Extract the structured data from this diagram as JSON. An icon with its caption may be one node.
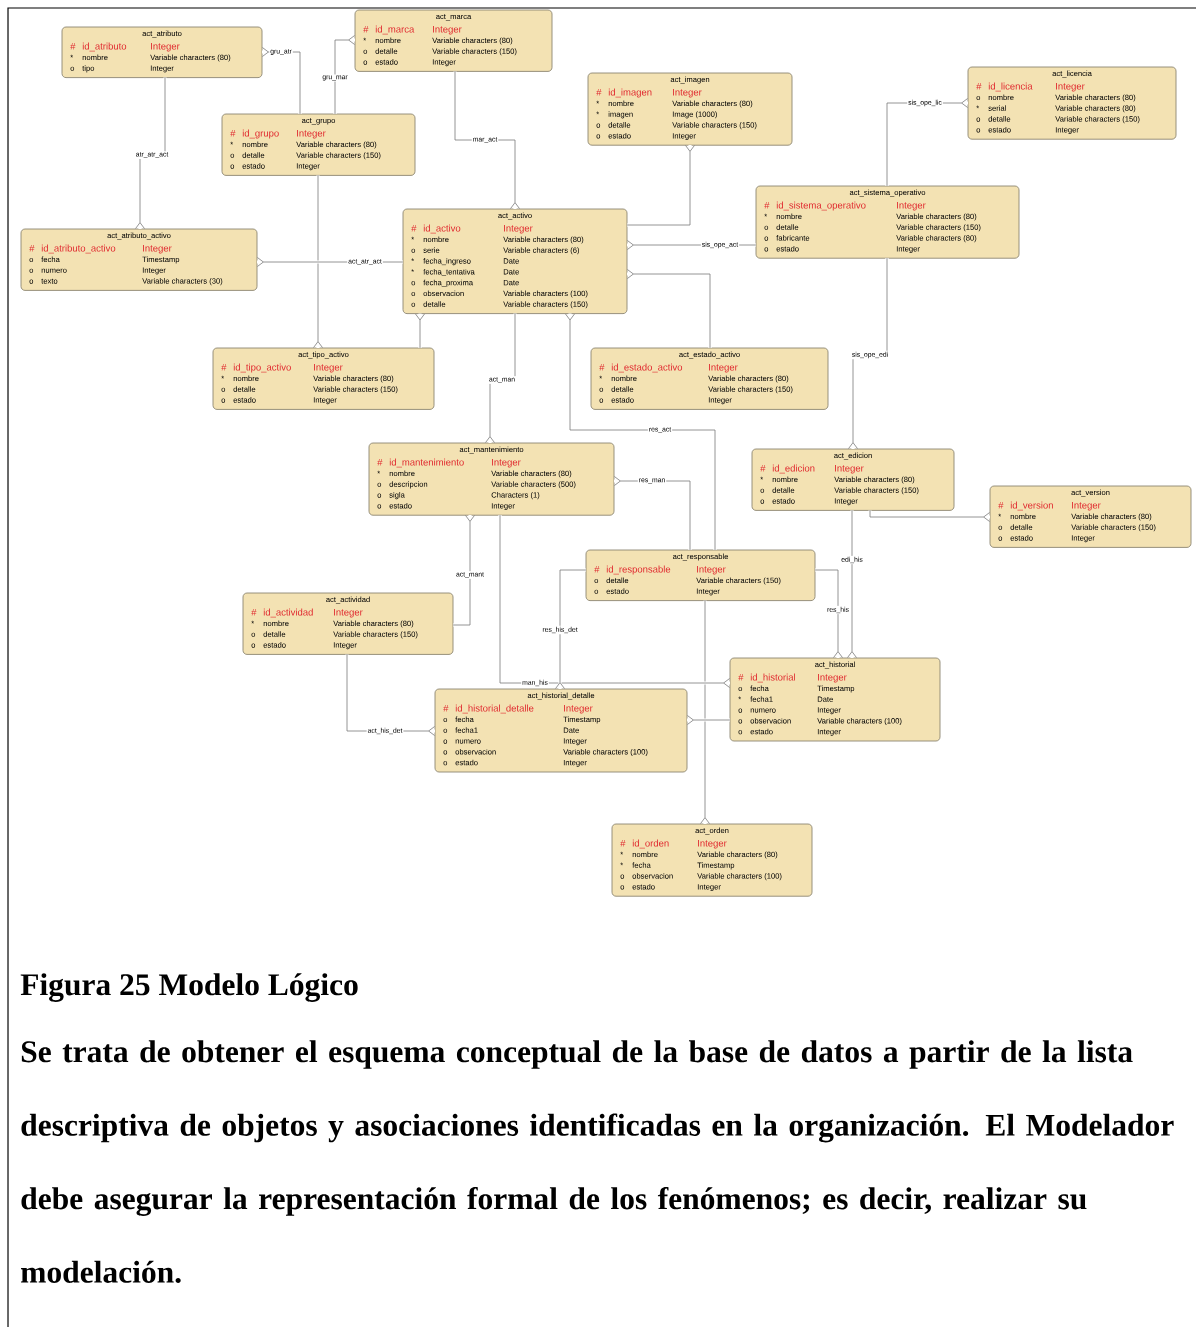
{
  "diagram": {
    "caption": "Figura 25 Modelo Lógico",
    "nodes": [
      {
        "text": [
          "act_atributo",
          "#",
          "id_atributo",
          "Integer",
          "*",
          "nombre",
          "Variable characters (80)",
          "o",
          "tipo",
          "Integer"
        ]
      },
      {
        "text": [
          "act_marca",
          "#",
          "id_marca",
          "Integer",
          "*",
          "nombre",
          "Variable characters (80)",
          "o",
          "detalle",
          "Variable characters (150)",
          "o",
          "estado",
          "Integer"
        ]
      },
      {
        "text": [
          "act_imagen",
          "#",
          "id_imagen",
          "Integer",
          "*",
          "nombre",
          "Variable characters (80)",
          "*",
          "imagen",
          "Image (1000)",
          "o",
          "detalle",
          "Variable characters (150)",
          "o",
          "estado",
          "Integer"
        ]
      },
      {
        "text": [
          "act_licencia",
          "#",
          "id_licencia",
          "Integer",
          "o",
          "nombre",
          "Variable characters (80)",
          "*",
          "serial",
          "Variable characters (80)",
          "o",
          "detalle",
          "Variable characters (150)",
          "o",
          "estado",
          "Integer"
        ]
      },
      {
        "text": [
          "act_grupo",
          "#",
          "id_grupo",
          "Integer",
          "*",
          "nombre",
          "Variable characters (80)",
          "o",
          "detalle",
          "Variable characters (150)",
          "o",
          "estado",
          "Integer"
        ]
      },
      {
        "text": [
          "act_sistema_operativo",
          "#",
          "id_sistema_operativo",
          "Integer",
          "*",
          "nombre",
          "Variable characters (80)",
          "o",
          "detalle",
          "Variable characters (150)",
          "o",
          "fabricante",
          "Variable characters (80)",
          "o",
          "estado",
          "Integer"
        ]
      },
      {
        "text": [
          "act_atributo_activo",
          "#",
          "id_atributo_activo",
          "Integer",
          "o",
          "fecha",
          "Timestamp",
          "o",
          "numero",
          "Integer",
          "o",
          "texto",
          "Variable characters (30)"
        ]
      },
      {
        "text": [
          "act_activo",
          "#",
          "id_activo",
          "Integer",
          "*",
          "nombre",
          "Variable characters (80)",
          "o",
          "serie",
          "Variable characters (6)",
          "*",
          "fecha_ingreso",
          "Date",
          "*",
          "fecha_tentativa",
          "Date",
          "o",
          "fecha_proxima",
          "Date",
          "o",
          "observacion",
          "Variable characters (100)",
          "o",
          "detalle",
          "Variable characters (150)"
        ]
      },
      {
        "text": [
          "act_tipo_activo",
          "#",
          "id_tipo_activo",
          "Integer",
          "*",
          "nombre",
          "Variable characters (80)",
          "o",
          "detalle",
          "Variable characters (150)",
          "o",
          "estado",
          "Integer"
        ]
      },
      {
        "text": [
          "act_estado_activo",
          "#",
          "id_estado_activo",
          "Integer",
          "*",
          "nombre",
          "Variable characters (80)",
          "o",
          "detalle",
          "Variable characters (150)",
          "o",
          "estado",
          "Integer"
        ]
      },
      {
        "text": [
          "act_mantenimiento",
          "#",
          "id_mantenimiento",
          "Integer",
          "*",
          "nombre",
          "Variable characters (80)",
          "o",
          "descripcion",
          "Variable characters (500)",
          "o",
          "sigla",
          "Characters (1)",
          "o",
          "estado",
          "Integer"
        ]
      },
      {
        "text": [
          "act_edicion",
          "#",
          "id_edicion",
          "Integer",
          "*",
          "nombre",
          "Variable characters (80)",
          "o",
          "detalle",
          "Variable characters (150)",
          "o",
          "estado",
          "Integer"
        ]
      },
      {
        "text": [
          "act_version",
          "#",
          "id_version",
          "Integer",
          "*",
          "nombre",
          "Variable characters (80)",
          "o",
          "detalle",
          "Variable characters (150)",
          "o",
          "estado",
          "Integer"
        ]
      },
      {
        "text": [
          "act_responsable",
          "#",
          "id_responsable",
          "Integer",
          "o",
          "detalle",
          "Variable characters (150)",
          "o",
          "estado",
          "Integer"
        ]
      },
      {
        "text": [
          "act_actividad",
          "#",
          "id_actividad",
          "Integer",
          "*",
          "nombre",
          "Variable characters (80)",
          "o",
          "detalle",
          "Variable characters (150)",
          "o",
          "estado",
          "Integer"
        ]
      },
      {
        "text": [
          "act_historial",
          "#",
          "id_historial",
          "Integer",
          "o",
          "fecha",
          "Timestamp",
          "*",
          "fecha1",
          "Date",
          "o",
          "numero",
          "Integer",
          "o",
          "observacion",
          "Variable characters (100)",
          "o",
          "estado",
          "Integer"
        ]
      },
      {
        "text": [
          "act_historial_detalle",
          "#",
          "id_historial_detalle",
          "Integer",
          "o",
          "fecha",
          "Timestamp",
          "o",
          "fecha1",
          "Date",
          "o",
          "numero",
          "Integer",
          "o",
          "observacion",
          "Variable characters (100)",
          "o",
          "estado",
          "Integer"
        ]
      },
      {
        "text": [
          "act_orden",
          "#",
          "id_orden",
          "Integer",
          "*",
          "nombre",
          "Variable characters (80)",
          "*",
          "fecha",
          "Timestamp",
          "o",
          "observacion",
          "Variable characters (100)",
          "o",
          "estado",
          "Integer"
        ]
      }
    ],
    "edges": [
      {
        "from": 4,
        "to": 1,
        "arrow": "other",
        "label": "gru_mar"
      },
      {
        "from": 4,
        "to": 0,
        "arrow": "other",
        "label": "gru_atr"
      },
      {
        "from": 0,
        "to": 6,
        "arrow": "other",
        "label": "atr_atr_act"
      },
      {
        "from": 1,
        "to": 7,
        "arrow": "other",
        "label": "mar_act"
      },
      {
        "from": 4,
        "to": 8,
        "arrow": "other"
      },
      {
        "from": 7,
        "to": 6,
        "arrow": "other",
        "label": "act_atr_act"
      },
      {
        "from": 8,
        "to": 7,
        "arrow": "other"
      },
      {
        "from": 7,
        "to": 2,
        "arrow": "other"
      },
      {
        "from": 5,
        "to": 7,
        "arrow": "other",
        "label": "sis_ope_act"
      },
      {
        "from": 9,
        "to": 7,
        "arrow": "other"
      },
      {
        "from": 5,
        "to": 3,
        "arrow": "other",
        "label": "sis_ope_lic"
      },
      {
        "from": 5,
        "to": 11,
        "arrow": "other",
        "label": "sis_ope_edi"
      },
      {
        "from": 11,
        "to": 12,
        "arrow": "other"
      },
      {
        "from": 7,
        "to": 10,
        "arrow": "other",
        "label": "act_man"
      },
      {
        "from": 13,
        "to": 7,
        "arrow": "other",
        "label": "res_act"
      },
      {
        "from": 13,
        "to": 10,
        "arrow": "other",
        "label": "res_man"
      },
      {
        "from": 13,
        "to": 17,
        "arrow": "other"
      },
      {
        "from": 14,
        "to": 10,
        "arrow": "other",
        "label": "act_mant"
      },
      {
        "from": 10,
        "to": 15,
        "arrow": "other",
        "label": "man_his"
      },
      {
        "from": 13,
        "to": 16,
        "arrow": "other",
        "label": "res_his_det"
      },
      {
        "from": 14,
        "to": 16,
        "arrow": "other",
        "label": "act_his_det"
      },
      {
        "from": 15,
        "to": 16,
        "arrow": "other"
      },
      {
        "from": 13,
        "to": 15,
        "arrow": "other",
        "label": "res_his"
      },
      {
        "from": 11,
        "to": 15,
        "arrow": "other",
        "label": "edi_his"
      }
    ],
    "labels": [
      "Se trata de obtener el esquema conceptual de la base de datos a partir de la lista descriptiva de objetos y asociaciones identificadas en la organización. El Modelador debe asegurar la representación formal de los fenómenos; es decir, realizar su modelación."
    ]
  }
}
